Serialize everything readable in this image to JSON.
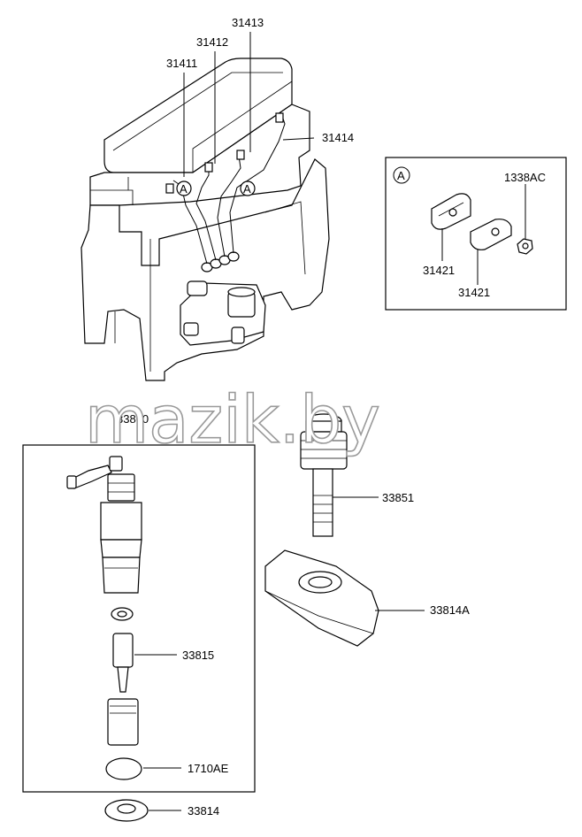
{
  "labels": {
    "p31411": "31411",
    "p31412": "31412",
    "p31413": "31413",
    "p31414": "31414",
    "p1338AC": "1338AC",
    "p31421_top": "31421",
    "p31421_bottom": "31421",
    "p33800": "33800",
    "p33851": "33851",
    "p33814A": "33814A",
    "p33815": "33815",
    "p1710AE": "1710AE",
    "p33814": "33814"
  },
  "markers": {
    "a_left": "A",
    "a_right": "A",
    "a_detail": "A"
  },
  "watermark": "mazik.by"
}
